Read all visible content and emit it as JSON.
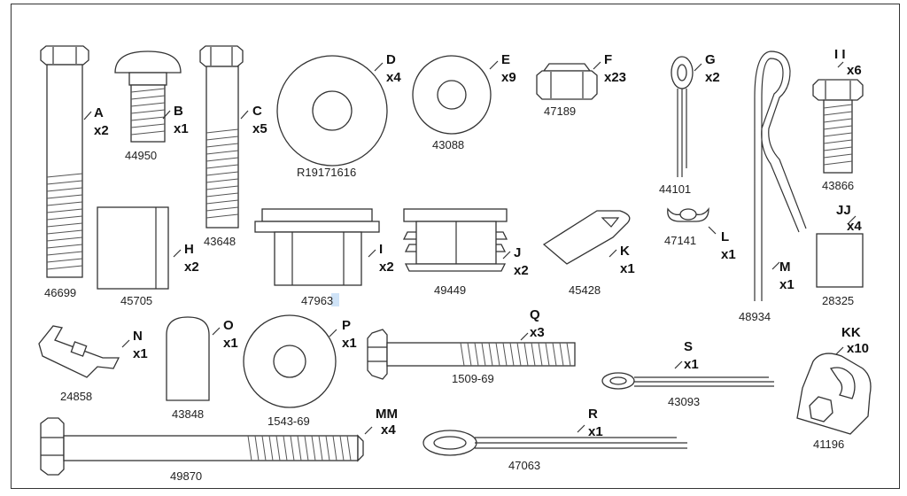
{
  "parts": [
    {
      "id": "A",
      "letter": "A",
      "qty": "x2",
      "number": "46699"
    },
    {
      "id": "B",
      "letter": "B",
      "qty": "x1",
      "number": "44950"
    },
    {
      "id": "C",
      "letter": "C",
      "qty": "x5",
      "number": "43648"
    },
    {
      "id": "D",
      "letter": "D",
      "qty": "x4",
      "number": "R19171616"
    },
    {
      "id": "E",
      "letter": "E",
      "qty": "x9",
      "number": "43088"
    },
    {
      "id": "F",
      "letter": "F",
      "qty": "x23",
      "number": "47189"
    },
    {
      "id": "G",
      "letter": "G",
      "qty": "x2",
      "number": "44101"
    },
    {
      "id": "M",
      "letter": "M",
      "qty": "x1",
      "number": "48934"
    },
    {
      "id": "II",
      "letter": "I I",
      "qty": "x6",
      "number": "43866"
    },
    {
      "id": "H",
      "letter": "H",
      "qty": "x2",
      "number": "45705"
    },
    {
      "id": "I",
      "letter": "I",
      "qty": "x2",
      "number": "47963"
    },
    {
      "id": "J",
      "letter": "J",
      "qty": "x2",
      "number": "49449"
    },
    {
      "id": "K",
      "letter": "K",
      "qty": "x1",
      "number": "45428"
    },
    {
      "id": "L",
      "letter": "L",
      "qty": "x1",
      "number": "47141"
    },
    {
      "id": "JJ",
      "letter": "JJ",
      "qty": "x4",
      "number": "28325"
    },
    {
      "id": "N",
      "letter": "N",
      "qty": "x1",
      "number": "24858"
    },
    {
      "id": "O",
      "letter": "O",
      "qty": "x1",
      "number": "43848"
    },
    {
      "id": "P",
      "letter": "P",
      "qty": "x1",
      "number": "1543-69"
    },
    {
      "id": "Q",
      "letter": "Q",
      "qty": "x3",
      "number": "1509-69"
    },
    {
      "id": "S",
      "letter": "S",
      "qty": "x1",
      "number": "43093"
    },
    {
      "id": "KK",
      "letter": "KK",
      "qty": "x10",
      "number": "41196"
    },
    {
      "id": "MM",
      "letter": "MM",
      "qty": "x4",
      "number": "49870"
    },
    {
      "id": "R",
      "letter": "R",
      "qty": "x1",
      "number": "47063"
    }
  ]
}
